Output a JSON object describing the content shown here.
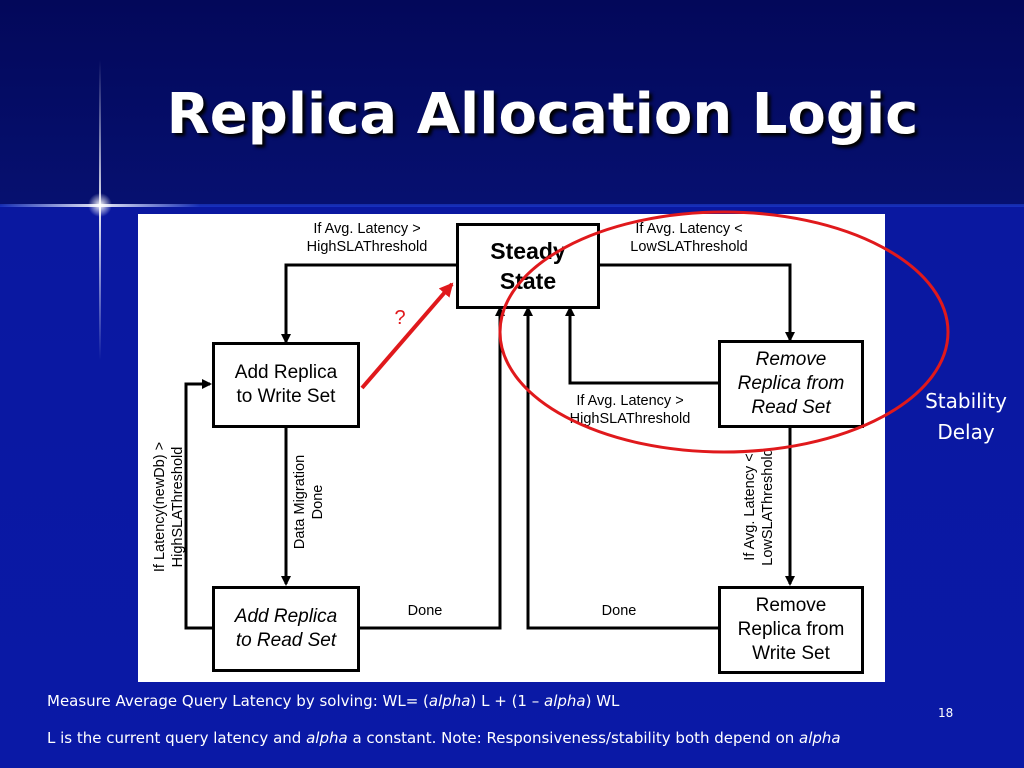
{
  "slide": {
    "title": "Replica Allocation Logic",
    "page_number": "18",
    "side_label": "Stability\nDelay",
    "footer": {
      "line1_a": "Measure Average Query Latency by solving: WL= (",
      "line1_b": "alpha",
      "line1_c": ") L + (1 – ",
      "line1_d": "alpha",
      "line1_e": ") WL",
      "line2_a": "L is the current query latency and ",
      "line2_b": "alpha",
      "line2_c": " a constant. Note: Responsiveness/stability both depend on ",
      "line2_d": "alpha"
    }
  },
  "diagram": {
    "nodes": {
      "steady": "Steady\nState",
      "add_write": "Add Replica\nto Write Set",
      "add_read": "Add Replica\nto Read Set",
      "remove_read": "Remove\nReplica from\nRead Set",
      "remove_write": "Remove\nReplica from\nWrite Set"
    },
    "edges": {
      "high_sla_top": "If Avg. Latency >\nHighSLAThreshold",
      "low_sla_top": "If Avg. Latency <\nLowSLAThreshold",
      "high_sla_mid": "If Avg. Latency >\nHighSLAThreshold",
      "data_migration": "Data Migration\nDone",
      "newdb_latency": "If Latency(newDb) >\nHighSLAThreshold",
      "low_sla_right": "If Avg. Latency <\nLowSLAThreshold",
      "done_left": "Done",
      "done_right": "Done"
    },
    "question_mark": "?",
    "colors": {
      "highlight": "#e0191c",
      "background": "#0a19a6"
    }
  }
}
